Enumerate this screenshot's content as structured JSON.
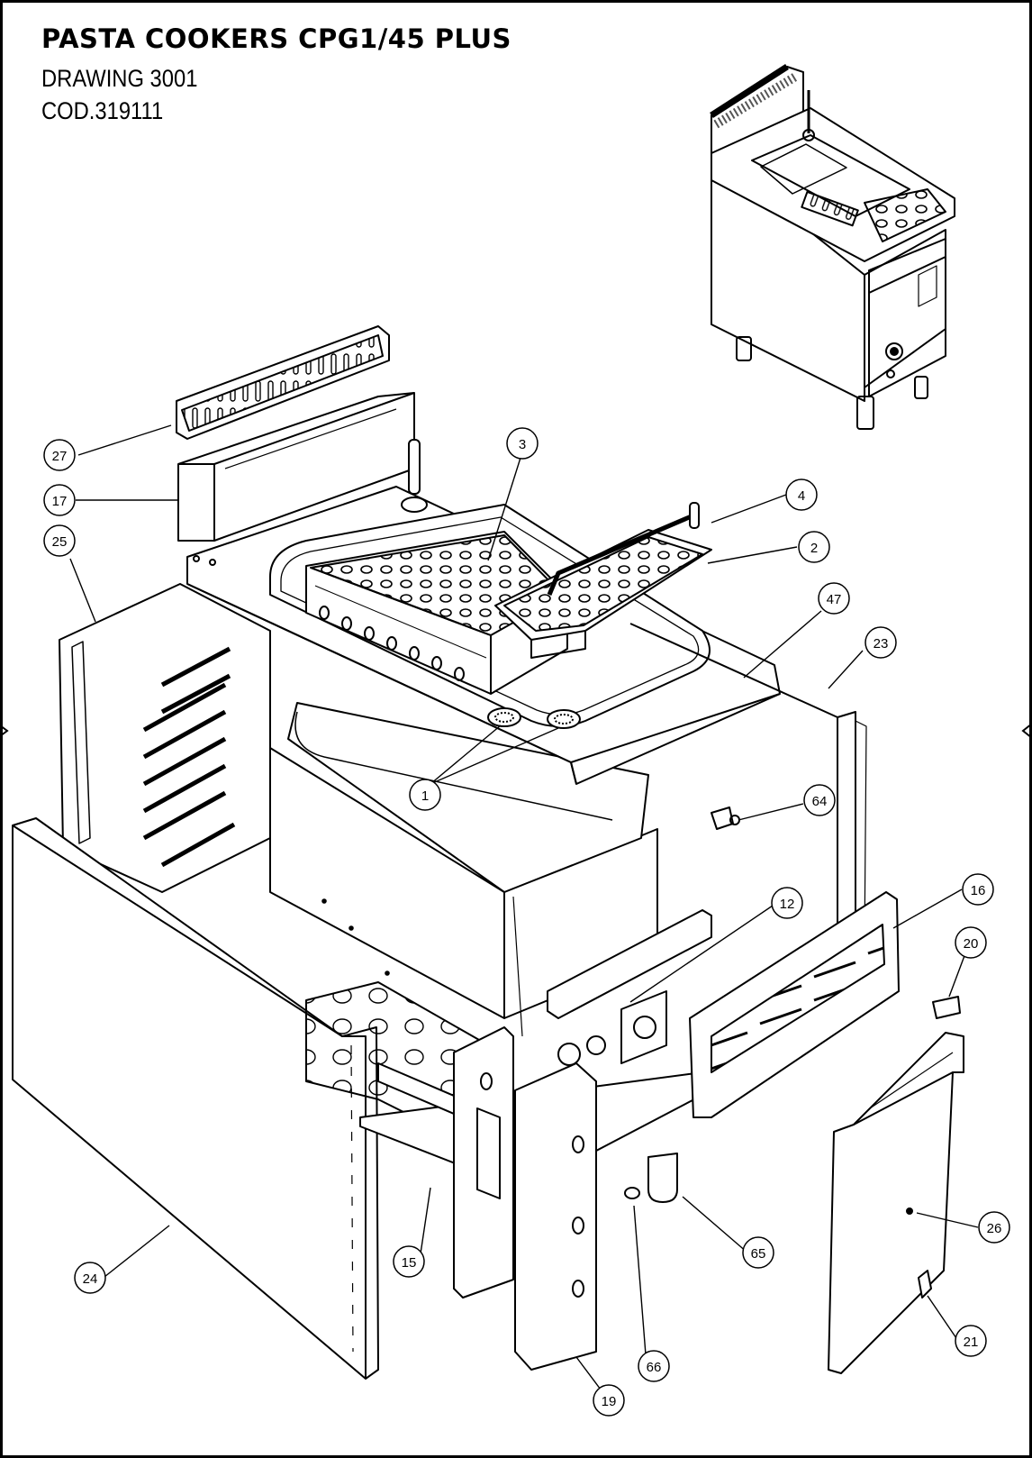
{
  "header": {
    "title": "PASTA COOKERS CPG1/45 PLUS",
    "drawing": "DRAWING 3001",
    "code": "COD.319111"
  },
  "callouts": [
    {
      "id": "c27",
      "label": "27"
    },
    {
      "id": "c17",
      "label": "17"
    },
    {
      "id": "c25",
      "label": "25"
    },
    {
      "id": "c3",
      "label": "3"
    },
    {
      "id": "c4",
      "label": "4"
    },
    {
      "id": "c2",
      "label": "2"
    },
    {
      "id": "c47",
      "label": "47"
    },
    {
      "id": "c23",
      "label": "23"
    },
    {
      "id": "c1",
      "label": "1"
    },
    {
      "id": "c64",
      "label": "64"
    },
    {
      "id": "c12",
      "label": "12"
    },
    {
      "id": "c16",
      "label": "16"
    },
    {
      "id": "c20",
      "label": "20"
    },
    {
      "id": "c26",
      "label": "26"
    },
    {
      "id": "c65",
      "label": "65"
    },
    {
      "id": "c15",
      "label": "15"
    },
    {
      "id": "c24",
      "label": "24"
    },
    {
      "id": "c66",
      "label": "66"
    },
    {
      "id": "c21",
      "label": "21"
    },
    {
      "id": "c19",
      "label": "19"
    }
  ]
}
